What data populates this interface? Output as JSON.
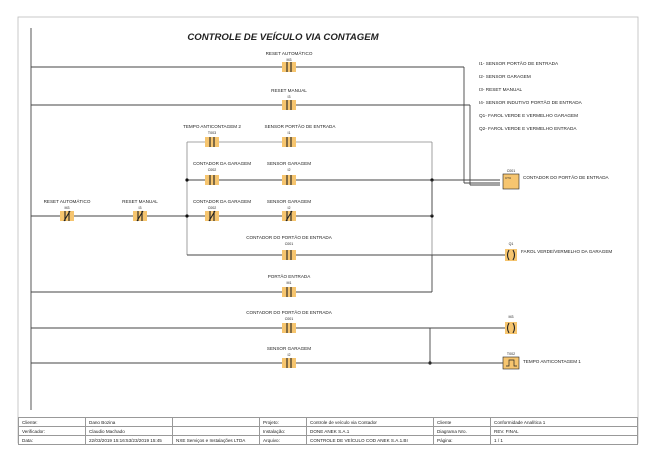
{
  "title": "CONTROLE DE VEÍCULO VIA CONTAGEM",
  "legend": [
    "I1- SENSOR PORTÃO DE ENTRADA",
    "I2- SENSOR GARAGEM",
    "I3- RESET MANUAL",
    "I4- SENSOR INDUTIVO PORTÃO DE ENTRADA",
    "Q1- FAROL VERDE E VERMELHO GARAGEM",
    "Q2- FAROL VERDE E VERMELHO ENTRADA"
  ],
  "rungs": {
    "reset_auto": {
      "label": "RESET AUTOMÁTICO",
      "tag": "M3"
    },
    "reset_manual": {
      "label": "RESET MANUAL",
      "tag": "I3"
    },
    "tempo_contagem_2": {
      "label": "TEMPO ANTICONTAGEM 2",
      "tag": "T003"
    },
    "sensor_portao": {
      "label": "SENSOR PORTÃO DE ENTRADA",
      "tag": "I1"
    },
    "contador_garagem_1": {
      "label": "CONTADOR DA GARAGEM",
      "tag": "C002"
    },
    "sensor_garagem_1": {
      "label": "SENSOR GARAGEM",
      "tag": "I2"
    },
    "reset_auto_2": {
      "label": "RESET AUTOMÁTICO",
      "tag": "M3"
    },
    "reset_manual_2": {
      "label": "RESET MANUAL",
      "tag": "I3"
    },
    "contador_garagem_2": {
      "label": "CONTADOR DA GARAGEM",
      "tag": "C002"
    },
    "sensor_garagem_2": {
      "label": "SENSOR GARAGEM",
      "tag": "I2"
    },
    "contador_portao_block": {
      "label": "CONTADOR DO PORTÃO DE ENTRADA",
      "tag": "C001"
    },
    "contador_portao_contact": {
      "label": "CONTADOR DO PORTÃO DE ENTRADA",
      "tag": "C001"
    },
    "farol_coil": {
      "label": "FAROL VERDE/VERMELHO DA GARAGEM",
      "tag": "Q1"
    },
    "portao_entrada": {
      "label": "PORTÃO ENTRADA",
      "tag": "M1"
    },
    "contador_portao_contact_2": {
      "label": "CONTADOR DO PORTÃO DE ENTRADA",
      "tag": "C001"
    },
    "m3_coil": {
      "tag": "M3"
    },
    "sensor_garagem_3": {
      "label": "SENSOR GARAGEM",
      "tag": "I2"
    },
    "timer_block": {
      "label": "TEMPO ANTICONTAGEM 1",
      "tag": "T002"
    }
  },
  "title_block": {
    "r1": [
      "Cliente:",
      "Dano Bozina",
      "",
      "Projeto:",
      "Controle de veículo via Contador",
      "Cliente",
      "Conformidade Analítica 1"
    ],
    "r2": [
      "Verificador:",
      "Claudio Machado",
      "",
      "Instalação:",
      "DONE ANEK S.A.1",
      "Diagrama Nro.",
      "REV. FINAL"
    ],
    "r3": [
      "Data:",
      "22/03/2019 15:16:53/23/2019 15:45",
      "NXE Serviços e Instalações LTDA",
      "Arquivo:",
      "CONTROLE DE VEÍCULO COD ANEK S.A.1.BI",
      "Página:",
      "1 / 1"
    ]
  },
  "colors": {
    "contact_fill": "#f6c56f",
    "wire": "#444444"
  }
}
